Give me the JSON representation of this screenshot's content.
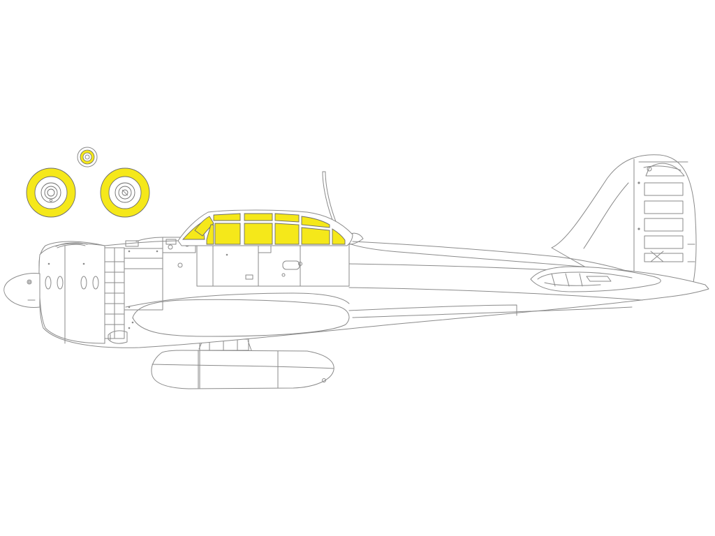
{
  "colors": {
    "background": "#ffffff",
    "line": "#8a8a8a",
    "mask": "#f5e81a",
    "mask_outline": "#6b6b6b"
  },
  "figure": {
    "subject": "side-view-aircraft-line-drawing",
    "mask_parts": [
      "canopy-frames",
      "main-wheel-left",
      "main-wheel-right",
      "tail-wheel"
    ]
  }
}
